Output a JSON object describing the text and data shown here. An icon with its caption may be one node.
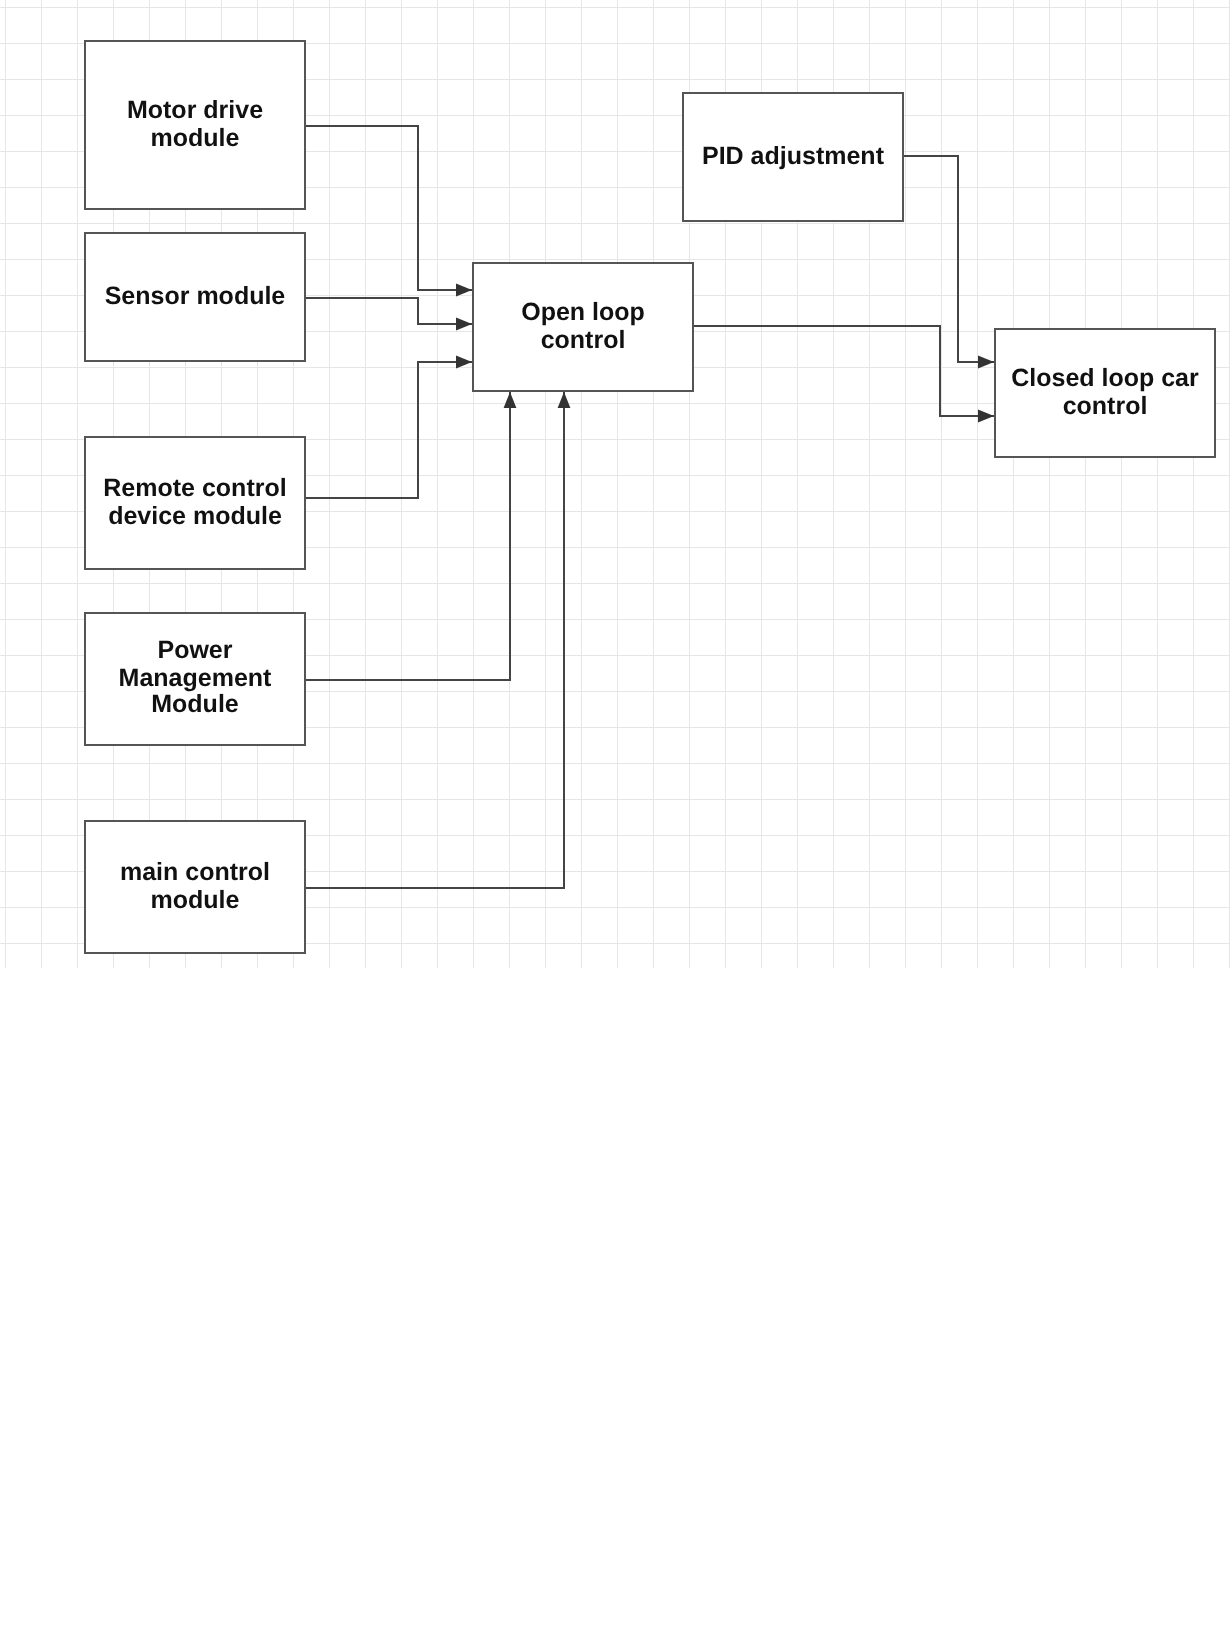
{
  "diagram": {
    "nodes": [
      {
        "text": [
          "Motor drive module"
        ]
      },
      {
        "text": [
          "Sensor module"
        ]
      },
      {
        "text": [
          "Remote control device module"
        ]
      },
      {
        "text": [
          "Power Management Module"
        ]
      },
      {
        "text": [
          "main control module"
        ]
      },
      {
        "text": [
          "Open loop control"
        ]
      },
      {
        "text": [
          "PID adjustment"
        ]
      },
      {
        "text": [
          "Closed loop car control"
        ]
      }
    ],
    "edges": [
      {
        "from": 0,
        "to": 5,
        "arrow": "to"
      },
      {
        "from": 1,
        "to": 5,
        "arrow": "to"
      },
      {
        "from": 2,
        "to": 5,
        "arrow": "to"
      },
      {
        "from": 3,
        "to": 5,
        "arrow": "to"
      },
      {
        "from": 4,
        "to": 5,
        "arrow": "to"
      },
      {
        "from": 5,
        "to": 7,
        "arrow": "to"
      },
      {
        "from": 6,
        "to": 7,
        "arrow": "to"
      }
    ]
  }
}
